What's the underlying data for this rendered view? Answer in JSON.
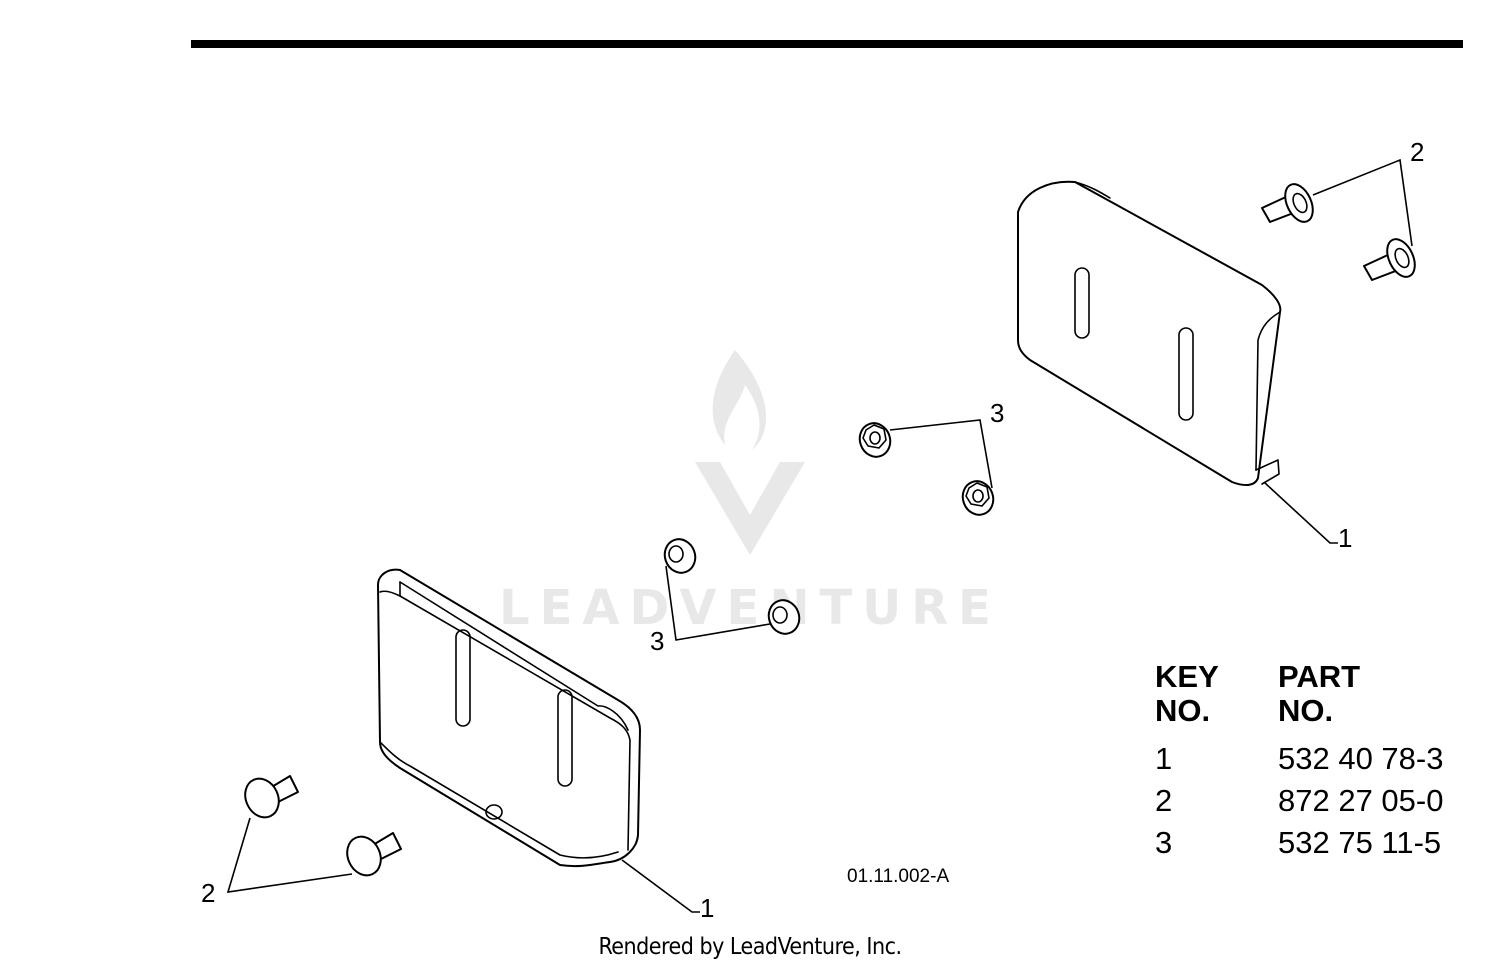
{
  "callouts": {
    "right_bolts": "2",
    "right_nuts": "3",
    "right_plate": "1",
    "left_nuts": "3",
    "left_bolts": "2",
    "left_plate": "1"
  },
  "diagram_code": "01.11.002-A",
  "watermark": "LEADVENTURE",
  "table": {
    "key_header_line1": "KEY",
    "key_header_line2": "NO.",
    "part_header_line1": "PART",
    "part_header_line2": "NO.",
    "rows": [
      {
        "key": "1",
        "part": "532 40 78-3"
      },
      {
        "key": "2",
        "part": "872 27 05-0"
      },
      {
        "key": "3",
        "part": "532 75 11-5"
      }
    ]
  },
  "footer": "Rendered by LeadVenture, Inc."
}
